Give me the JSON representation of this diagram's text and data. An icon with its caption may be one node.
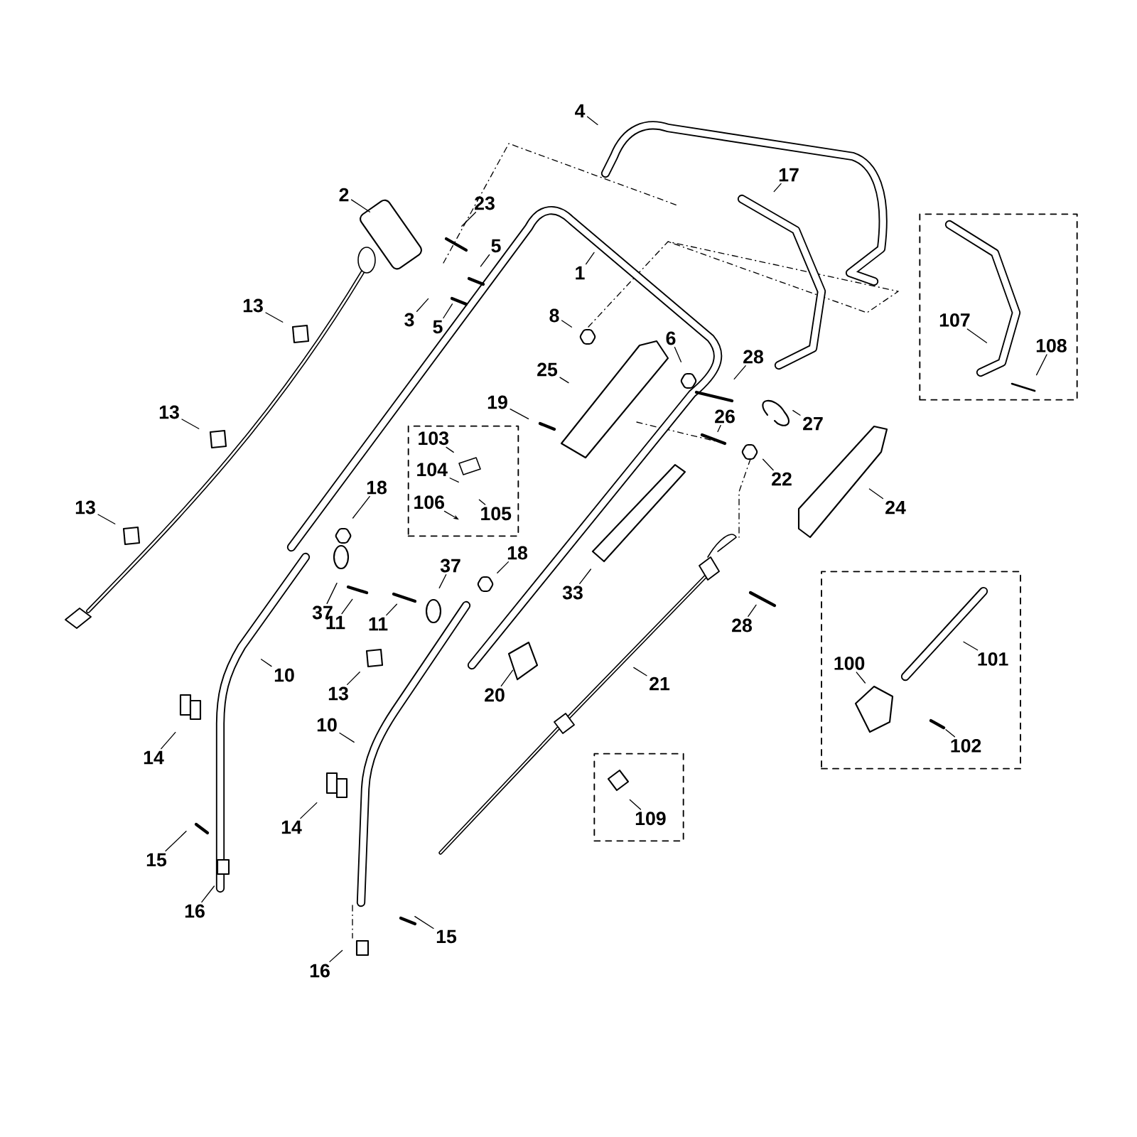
{
  "diagram": {
    "nodes": [
      {
        "text": [
          "4"
        ]
      },
      {
        "text": [
          "2"
        ]
      },
      {
        "text": [
          "17"
        ]
      },
      {
        "text": [
          "23"
        ]
      },
      {
        "text": [
          "5"
        ]
      },
      {
        "text": [
          "1"
        ]
      },
      {
        "text": [],
        "shape": "box"
      },
      {
        "text": [
          "13"
        ]
      },
      {
        "text": [
          "3"
        ]
      },
      {
        "text": [
          "5"
        ]
      },
      {
        "text": [
          "8"
        ]
      },
      {
        "text": [
          "6"
        ]
      },
      {
        "text": [
          "107"
        ],
        "in": 6
      },
      {
        "text": [
          "28"
        ]
      },
      {
        "text": [
          "108"
        ],
        "in": 6
      },
      {
        "text": [
          "25"
        ]
      },
      {
        "text": [
          "19"
        ]
      },
      {
        "text": [
          "13"
        ]
      },
      {
        "text": [
          "26"
        ]
      },
      {
        "text": [
          "27"
        ]
      },
      {
        "text": [],
        "shape": "box"
      },
      {
        "text": [
          "103"
        ],
        "in": 20
      },
      {
        "text": [
          "104"
        ],
        "in": 20
      },
      {
        "text": [
          "106"
        ],
        "in": 20
      },
      {
        "text": [
          "105"
        ],
        "in": 20
      },
      {
        "text": [
          "22"
        ]
      },
      {
        "text": [
          "18"
        ]
      },
      {
        "text": [
          "24"
        ]
      },
      {
        "text": [
          "13"
        ]
      },
      {
        "text": [
          "37"
        ]
      },
      {
        "text": [
          "18"
        ]
      },
      {
        "text": [],
        "shape": "box"
      },
      {
        "text": [
          "33"
        ]
      },
      {
        "text": [
          "11"
        ]
      },
      {
        "text": [
          "11"
        ]
      },
      {
        "text": [
          "37"
        ]
      },
      {
        "text": [
          "28"
        ]
      },
      {
        "text": [
          "101"
        ],
        "in": 31
      },
      {
        "text": [
          "100"
        ],
        "in": 31
      },
      {
        "text": [
          "10"
        ]
      },
      {
        "text": [
          "21"
        ]
      },
      {
        "text": [
          "13"
        ]
      },
      {
        "text": [
          "20"
        ]
      },
      {
        "text": [
          "10"
        ]
      },
      {
        "text": [
          "102"
        ],
        "in": 31
      },
      {
        "text": [
          "14"
        ]
      },
      {
        "text": [],
        "shape": "box"
      },
      {
        "text": [
          "109"
        ],
        "in": 46
      },
      {
        "text": [
          "14"
        ]
      },
      {
        "text": [
          "15"
        ]
      },
      {
        "text": [
          "16"
        ]
      },
      {
        "text": [
          "15"
        ]
      },
      {
        "text": [
          "16"
        ]
      }
    ],
    "edges": [
      {
        "from": 0,
        "to": null,
        "arrow": "none"
      },
      {
        "from": 1,
        "to": null,
        "arrow": "none"
      },
      {
        "from": 2,
        "to": null,
        "arrow": "none"
      },
      {
        "from": 3,
        "to": null,
        "arrow": "none"
      },
      {
        "from": 4,
        "to": null,
        "arrow": "none"
      },
      {
        "from": 5,
        "to": null,
        "arrow": "none"
      },
      {
        "from": 7,
        "to": null,
        "arrow": "none"
      },
      {
        "from": 8,
        "to": null,
        "arrow": "none"
      },
      {
        "from": 9,
        "to": null,
        "arrow": "none"
      },
      {
        "from": 10,
        "to": null,
        "arrow": "none"
      },
      {
        "from": 11,
        "to": null,
        "arrow": "none"
      },
      {
        "from": 12,
        "to": null,
        "arrow": "none"
      },
      {
        "from": 13,
        "to": null,
        "arrow": "none"
      },
      {
        "from": 14,
        "to": null,
        "arrow": "none"
      },
      {
        "from": 15,
        "to": null,
        "arrow": "none"
      },
      {
        "from": 16,
        "to": null,
        "arrow": "none"
      },
      {
        "from": 17,
        "to": null,
        "arrow": "none"
      },
      {
        "from": 18,
        "to": null,
        "arrow": "none"
      },
      {
        "from": 19,
        "to": null,
        "arrow": "none"
      },
      {
        "from": 21,
        "to": null,
        "arrow": "none"
      },
      {
        "from": 22,
        "to": null,
        "arrow": "none"
      },
      {
        "from": 23,
        "to": null,
        "arrow": "to"
      },
      {
        "from": 24,
        "to": null,
        "arrow": "none"
      },
      {
        "from": 25,
        "to": null,
        "arrow": "none"
      },
      {
        "from": 26,
        "to": null,
        "arrow": "none"
      },
      {
        "from": 27,
        "to": null,
        "arrow": "none"
      },
      {
        "from": 28,
        "to": null,
        "arrow": "none"
      },
      {
        "from": 29,
        "to": null,
        "arrow": "none"
      },
      {
        "from": 30,
        "to": null,
        "arrow": "none"
      },
      {
        "from": 32,
        "to": null,
        "arrow": "none"
      },
      {
        "from": 33,
        "to": null,
        "arrow": "none"
      },
      {
        "from": 34,
        "to": null,
        "arrow": "none"
      },
      {
        "from": 35,
        "to": null,
        "arrow": "none"
      },
      {
        "from": 36,
        "to": null,
        "arrow": "none"
      },
      {
        "from": 37,
        "to": null,
        "arrow": "none"
      },
      {
        "from": 38,
        "to": null,
        "arrow": "none"
      },
      {
        "from": 39,
        "to": null,
        "arrow": "none"
      },
      {
        "from": 40,
        "to": null,
        "arrow": "none"
      },
      {
        "from": 41,
        "to": null,
        "arrow": "none"
      },
      {
        "from": 42,
        "to": null,
        "arrow": "none"
      },
      {
        "from": 43,
        "to": null,
        "arrow": "none"
      },
      {
        "from": 44,
        "to": null,
        "arrow": "none"
      },
      {
        "from": 45,
        "to": null,
        "arrow": "none"
      },
      {
        "from": 47,
        "to": null,
        "arrow": "none"
      },
      {
        "from": 48,
        "to": null,
        "arrow": "none"
      },
      {
        "from": 49,
        "to": null,
        "arrow": "none"
      },
      {
        "from": 50,
        "to": null,
        "arrow": "none"
      },
      {
        "from": 51,
        "to": null,
        "arrow": "none"
      },
      {
        "from": 52,
        "to": null,
        "arrow": "none"
      }
    ]
  }
}
